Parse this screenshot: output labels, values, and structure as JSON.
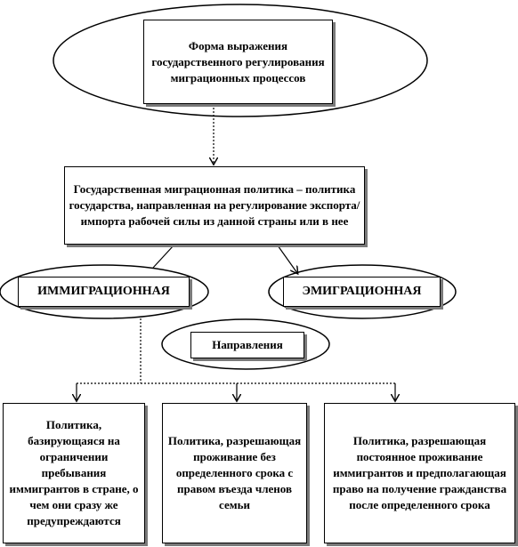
{
  "diagram": {
    "top_node": "Форма выражения государственного регулирования миграционных процессов",
    "policy_node": "Государственная миграционная политика – политика государства, направленная на регулирование экспорта/импорта рабочей силы из данной страны или в нее",
    "immigration_node": "ИММИГРАЦИОННАЯ",
    "emigration_node": "ЭМИГРАЦИОННАЯ",
    "directions_node": "Направления",
    "policy_1": "Политика, базирующаяся на ограничении пребывания иммигрантов в стране, о чем они сразу же предупреждаются",
    "policy_2": "Политика, разрешающая проживание без определенного срока с правом въезда членов семьи",
    "policy_3": "Политика, разрешающая постоянное проживание иммигрантов и предполагающая право на получение гражданства после определенного срока"
  }
}
